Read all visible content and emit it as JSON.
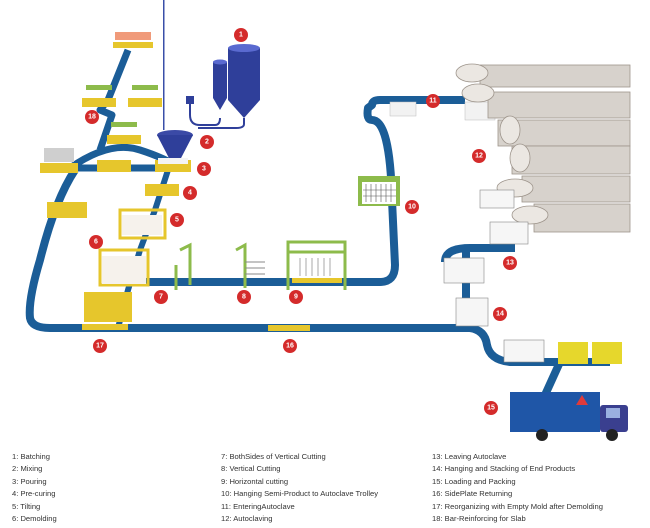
{
  "colors": {
    "belt": "#1b5d97",
    "yellow": "#e6c62c",
    "green": "#8dbb4b",
    "badge": "#d42b2b",
    "silo": "#2f3f9a",
    "autoclave": "#d7d2cc",
    "truck": "#1f56a7",
    "legend_text": "#333333"
  },
  "steps": [
    {
      "number": "1",
      "label": "Batching"
    },
    {
      "number": "2",
      "label": "Mixing"
    },
    {
      "number": "3",
      "label": "Pouring"
    },
    {
      "number": "4",
      "label": "Pre-curing"
    },
    {
      "number": "5",
      "label": "Tilting"
    },
    {
      "number": "6",
      "label": "Demolding"
    },
    {
      "number": "7",
      "label": "BothSides of Vertical Cutting"
    },
    {
      "number": "8",
      "label": "Vertical Cutting"
    },
    {
      "number": "9",
      "label": "Horizontal cutting"
    },
    {
      "number": "10",
      "label": "Hanging Semi-Product to Autoclave Trolley"
    },
    {
      "number": "11",
      "label": "EnteringAutoclave"
    },
    {
      "number": "12",
      "label": "Autoclaving"
    },
    {
      "number": "13",
      "label": "Leaving Autoclave"
    },
    {
      "number": "14",
      "label": "Hanging and Stacking of End Products"
    },
    {
      "number": "15",
      "label": "Loading and Packing"
    },
    {
      "number": "16",
      "label": "SidePlate Returning"
    },
    {
      "number": "17",
      "label": "Reorganizing with Empty Mold after Demolding"
    },
    {
      "number": "18",
      "label": "Bar-Reinforcing for Slab"
    }
  ],
  "legend": {
    "col1": [
      {
        "text": "1: Batching"
      },
      {
        "text": "2: Mixing"
      },
      {
        "text": "3: Pouring"
      },
      {
        "text": "4: Pre-curing"
      },
      {
        "text": "5: Tilting"
      },
      {
        "text": "6: Demolding"
      }
    ],
    "col2": [
      {
        "text": "7: BothSides of Vertical Cutting"
      },
      {
        "text": "8: Vertical Cutting"
      },
      {
        "text": "9: Horizontal cutting"
      },
      {
        "text": "10: Hanging Semi-Product to Autoclave Trolley"
      },
      {
        "text": "11: EnteringAutoclave"
      },
      {
        "text": "12: Autoclaving"
      }
    ],
    "col3": [
      {
        "text": "13: Leaving Autoclave"
      },
      {
        "text": "14: Hanging and Stacking of End Products"
      },
      {
        "text": "15: Loading and Packing"
      },
      {
        "text": "16: SidePlate Returning"
      },
      {
        "text": "17: Reorganizing with Empty Mold after Demolding"
      },
      {
        "text": "18: Bar-Reinforcing for Slab"
      }
    ]
  }
}
